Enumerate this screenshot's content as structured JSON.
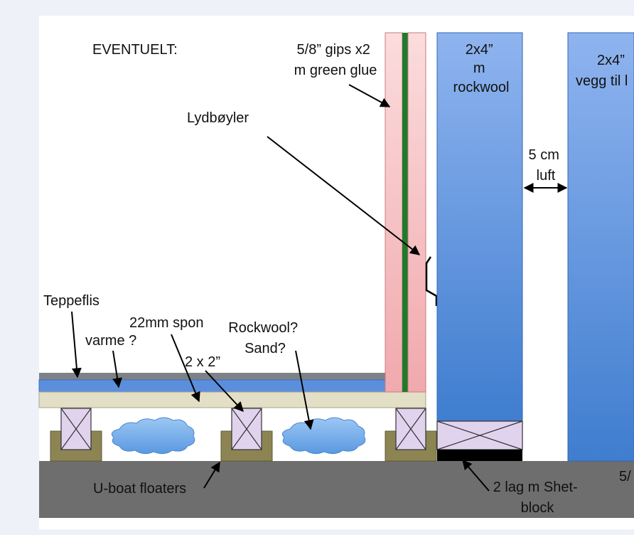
{
  "diagram": {
    "labels": {
      "eventuelt": "EVENTUELT:",
      "gips_line1": "5/8” gips x2",
      "gips_line2": "m green glue",
      "wall1_line1": "2x4”",
      "wall1_line2": "m",
      "wall1_line3": "rockwool",
      "wall2_line1": "2x4”",
      "wall2_line2": "vegg til l",
      "gap_line1": "5 cm",
      "gap_line2": "luft",
      "lydboyler": "Lydbøyler",
      "teppeflis": "Teppeflis",
      "varme": "varme ?",
      "spon": "22mm spon",
      "stud": "2 x 2”",
      "fill_line1": "Rockwool?",
      "fill_line2": "Sand?",
      "floaters": "U-boat floaters",
      "shetblock_line1": "2 lag m Shet-",
      "shetblock_line2": "block",
      "cut_off": "5/"
    },
    "colors": {
      "page": "#ffffff",
      "wall_blue_top": "#8fb4ef",
      "wall_blue_bottom": "#3f7dcf",
      "gips_pink": "#f7c4c6",
      "green_glue": "#1f7a2c",
      "slab_gray": "#6e6e6e",
      "floater_olive": "#8c8553",
      "joist_lilac": "#e1d3ee",
      "carpet_gray": "#7d8286",
      "heat_blue": "#5b8fde",
      "spon_beige": "#e3dfc6",
      "cloud_blue": "#6aa6e8"
    }
  }
}
